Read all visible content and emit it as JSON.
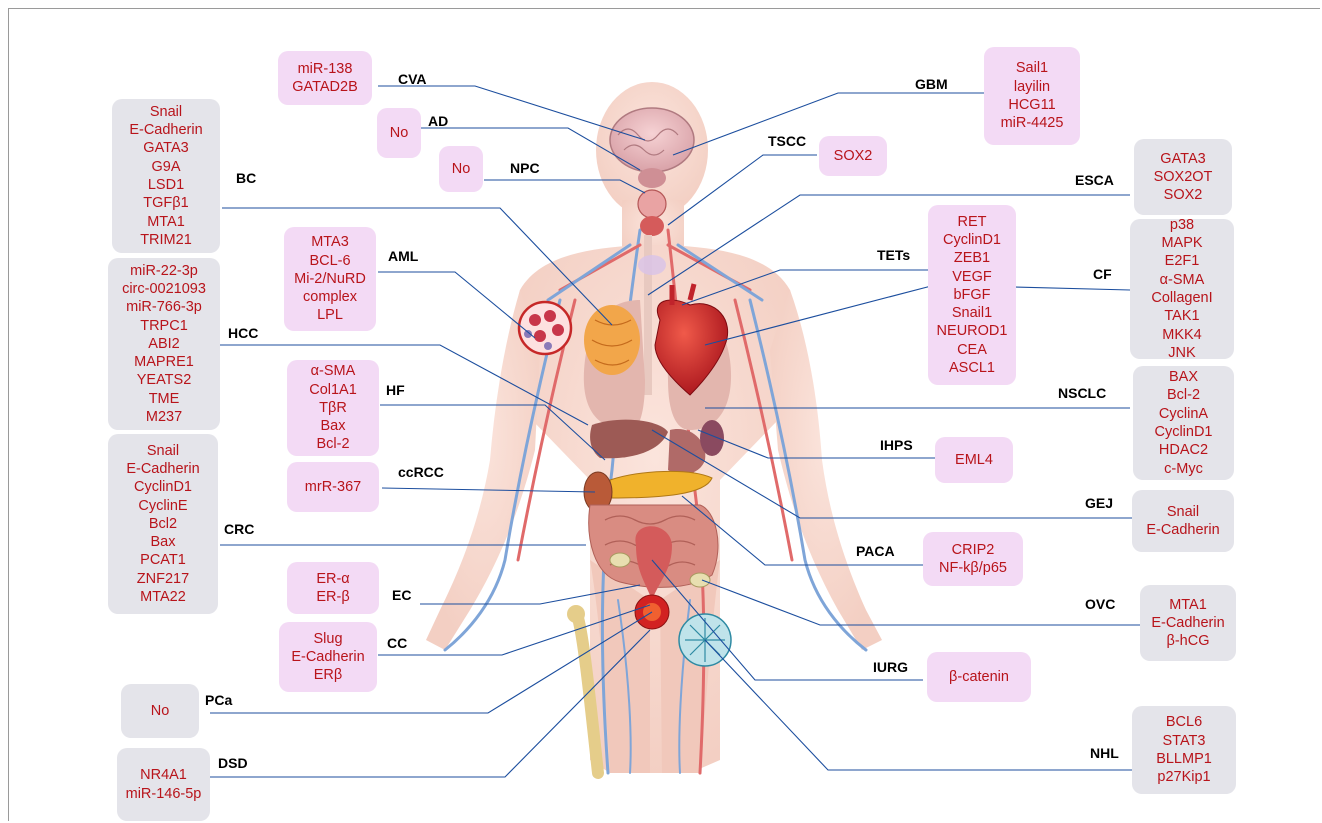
{
  "diagram": {
    "groups": [
      {
        "id": "cva",
        "label": "CVA",
        "style": "pink",
        "items": [
          "miR-138",
          "GATAD2B"
        ]
      },
      {
        "id": "ad",
        "label": "AD",
        "style": "pink",
        "items": [
          "No"
        ]
      },
      {
        "id": "npc",
        "label": "NPC",
        "style": "pink",
        "items": [
          "No"
        ]
      },
      {
        "id": "bc",
        "label": "BC",
        "style": "gray",
        "items": [
          "Snail",
          "E-Cadherin",
          "GATA3",
          "G9A",
          "LSD1",
          "TGFβ1",
          "MTA1",
          "TRIM21"
        ]
      },
      {
        "id": "aml",
        "label": "AML",
        "style": "pink",
        "items": [
          "MTA3",
          "BCL-6",
          "Mi-2/NuRD",
          "complex",
          "LPL"
        ]
      },
      {
        "id": "hcc",
        "label": "HCC",
        "style": "gray",
        "items": [
          "miR-22-3p",
          "circ-0021093",
          "miR-766-3p",
          "TRPC1",
          "ABI2",
          "MAPRE1",
          "YEATS2",
          "TME",
          "M237"
        ]
      },
      {
        "id": "hf",
        "label": "HF",
        "style": "pink",
        "items": [
          "α-SMA",
          "Col1A1",
          "TβR",
          "Bax",
          "Bcl-2"
        ]
      },
      {
        "id": "ccrcc",
        "label": "ccRCC",
        "style": "pink",
        "items": [
          "mrR-367"
        ]
      },
      {
        "id": "crc",
        "label": "CRC",
        "style": "gray",
        "items": [
          "Snail",
          "E-Cadherin",
          "CyclinD1",
          "CyclinE",
          "Bcl2",
          "Bax",
          "PCAT1",
          "ZNF217",
          "MTA22"
        ]
      },
      {
        "id": "ec",
        "label": "EC",
        "style": "pink",
        "items": [
          "ER-α",
          "ER-β"
        ]
      },
      {
        "id": "cc",
        "label": "CC",
        "style": "pink",
        "items": [
          "Slug",
          "E-Cadherin",
          "ERβ"
        ]
      },
      {
        "id": "pca",
        "label": "PCa",
        "style": "gray",
        "items": [
          "No"
        ]
      },
      {
        "id": "dsd",
        "label": "DSD",
        "style": "gray",
        "items": [
          "NR4A1",
          "miR-146-5p"
        ]
      },
      {
        "id": "gbm",
        "label": "GBM",
        "style": "pink",
        "items": [
          "Sail1",
          "layilin",
          "HCG11",
          "miR-4425"
        ]
      },
      {
        "id": "tscc",
        "label": "TSCC",
        "style": "pink",
        "items": [
          "SOX2"
        ]
      },
      {
        "id": "esca",
        "label": "ESCA",
        "style": "gray",
        "items": [
          "GATA3",
          "SOX2OT",
          "SOX2"
        ]
      },
      {
        "id": "tets",
        "label": "TETs",
        "style": "pink",
        "items": [
          "RET",
          "CyclinD1",
          "ZEB1",
          "VEGF",
          "bFGF",
          "Snail1",
          "NEUROD1",
          "CEA",
          "ASCL1"
        ]
      },
      {
        "id": "cf",
        "label": "CF",
        "style": "gray",
        "items": [
          "p38",
          "MAPK",
          "E2F1",
          "α-SMA",
          "CollagenI",
          "TAK1",
          "MKK4",
          "JNK"
        ]
      },
      {
        "id": "nsclc",
        "label": "NSCLC",
        "style": "gray",
        "items": [
          "BAX",
          "Bcl-2",
          "CyclinA",
          "CyclinD1",
          "HDAC2",
          "c-Myc"
        ]
      },
      {
        "id": "ihps",
        "label": "IHPS",
        "style": "pink",
        "items": [
          "EML4"
        ]
      },
      {
        "id": "gej",
        "label": "GEJ",
        "style": "gray",
        "items": [
          "Snail",
          "E-Cadherin"
        ]
      },
      {
        "id": "paca",
        "label": "PACA",
        "style": "pink",
        "items": [
          "CRIP2",
          "NF-kβ/p65"
        ]
      },
      {
        "id": "ovc",
        "label": "OVC",
        "style": "gray",
        "items": [
          "MTA1",
          "E-Cadherin",
          "β-hCG"
        ]
      },
      {
        "id": "iurg",
        "label": "IURG",
        "style": "pink",
        "items": [
          "β-catenin"
        ]
      },
      {
        "id": "nhl",
        "label": "NHL",
        "style": "gray",
        "items": [
          "BCL6",
          "STAT3",
          "BLLMP1",
          "p27Kip1"
        ]
      }
    ]
  }
}
